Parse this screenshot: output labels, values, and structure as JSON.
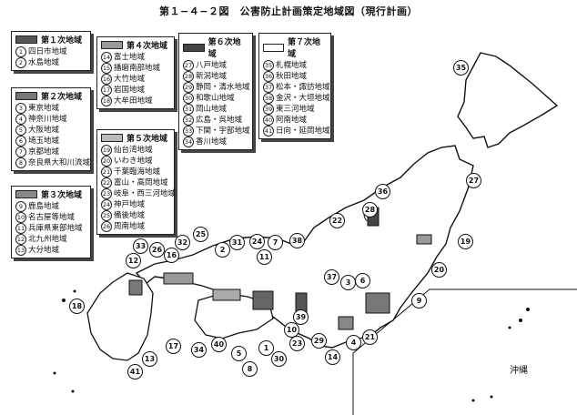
{
  "title": "第１−４−２図　公害防止計画策定地域図（現行計画）",
  "okinawa_label": "沖縄",
  "legends": [
    {
      "key": "l1",
      "heading": "第１次地域",
      "pattern": "#555",
      "items": [
        {
          "n": "1",
          "t": "四日市地域"
        },
        {
          "n": "2",
          "t": "水島地域"
        }
      ]
    },
    {
      "key": "l2",
      "heading": "第２次地域",
      "pattern": "#777",
      "items": [
        {
          "n": "3",
          "t": "東京地域"
        },
        {
          "n": "4",
          "t": "神奈川地域"
        },
        {
          "n": "5",
          "t": "大阪地域"
        },
        {
          "n": "6",
          "t": "埼玉地域"
        },
        {
          "n": "7",
          "t": "京都地域"
        },
        {
          "n": "8",
          "t": "奈良県大和川流域"
        }
      ]
    },
    {
      "key": "l3",
      "heading": "第３次地域",
      "pattern": "#888",
      "items": [
        {
          "n": "9",
          "t": "鹿島地域"
        },
        {
          "n": "10",
          "t": "名古屋等地域"
        },
        {
          "n": "11",
          "t": "兵庫県東部地域"
        },
        {
          "n": "12",
          "t": "北九州地域"
        },
        {
          "n": "13",
          "t": "大分地域"
        }
      ]
    },
    {
      "key": "l4",
      "heading": "第４次地域",
      "pattern": "#999",
      "items": [
        {
          "n": "14",
          "t": "富士地域"
        },
        {
          "n": "15",
          "t": "播磨南部地域"
        },
        {
          "n": "16",
          "t": "大竹地域"
        },
        {
          "n": "17",
          "t": "岩国地域"
        },
        {
          "n": "18",
          "t": "大牟田地域"
        }
      ]
    },
    {
      "key": "l5",
      "heading": "第５次地域",
      "pattern": "#bbb",
      "items": [
        {
          "n": "19",
          "t": "仙台湾地域"
        },
        {
          "n": "20",
          "t": "いわき地域"
        },
        {
          "n": "21",
          "t": "千葉臨海地域"
        },
        {
          "n": "22",
          "t": "富山・高岡地域"
        },
        {
          "n": "23",
          "t": "岐阜・西三河地域"
        },
        {
          "n": "24",
          "t": "神戸地域"
        },
        {
          "n": "25",
          "t": "備後地域"
        },
        {
          "n": "26",
          "t": "周南地域"
        }
      ]
    },
    {
      "key": "l6",
      "heading": "第６次地域",
      "pattern": "#444",
      "items": [
        {
          "n": "27",
          "t": "八戸地域"
        },
        {
          "n": "28",
          "t": "新潟地域"
        },
        {
          "n": "29",
          "t": "静岡・清水地域"
        },
        {
          "n": "30",
          "t": "和歌山地域"
        },
        {
          "n": "31",
          "t": "岡山地域"
        },
        {
          "n": "32",
          "t": "広島・呉地域"
        },
        {
          "n": "33",
          "t": "下関・宇部地域"
        },
        {
          "n": "34",
          "t": "香川地域"
        }
      ]
    },
    {
      "key": "l7",
      "heading": "第７次地域",
      "pattern": "#fff",
      "items": [
        {
          "n": "35",
          "t": "札幌地域"
        },
        {
          "n": "36",
          "t": "秋田地域"
        },
        {
          "n": "37",
          "t": "松本・諏訪地域"
        },
        {
          "n": "38",
          "t": "金沢・大垣地域"
        },
        {
          "n": "39",
          "t": "東三河地域"
        },
        {
          "n": "40",
          "t": "阿南地域"
        },
        {
          "n": "41",
          "t": "日向・延岡地域"
        }
      ]
    }
  ],
  "map_labels": [
    "35",
    "27",
    "36",
    "19",
    "28",
    "22",
    "20",
    "9",
    "3",
    "6",
    "37",
    "4",
    "21",
    "14",
    "29",
    "39",
    "10",
    "23",
    "1",
    "8",
    "30",
    "7",
    "38",
    "24",
    "11",
    "31",
    "5",
    "2",
    "40",
    "34",
    "25",
    "32",
    "16",
    "17",
    "26",
    "33",
    "12",
    "13",
    "41",
    "18"
  ]
}
